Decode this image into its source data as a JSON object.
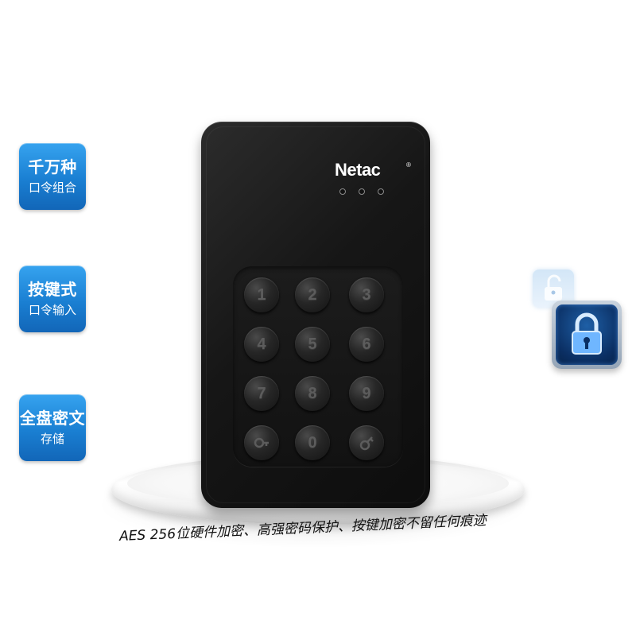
{
  "badges": [
    {
      "line1": "千万种",
      "line2": "口令组合"
    },
    {
      "line1": "按键式",
      "line2": "口令输入"
    },
    {
      "line1": "全盘密文",
      "line2": "存储"
    }
  ],
  "device": {
    "brand": "Netac",
    "registered_mark": "®",
    "keys": [
      "1",
      "2",
      "3",
      "4",
      "5",
      "6",
      "7",
      "8",
      "9",
      "",
      "0",
      ""
    ],
    "key_icons": {
      "left_bottom": "key-icon",
      "right_bottom": "unlock-key-icon"
    }
  },
  "caption": "AES 256位硬件加密、高强密码保护、按键加密不留任何痕迹",
  "colors": {
    "badge_blue": "#1a7fd2",
    "device_black": "#161616",
    "lock_blue": "#1e5fa6"
  }
}
